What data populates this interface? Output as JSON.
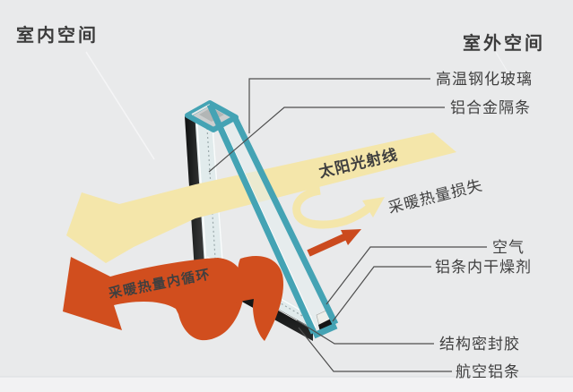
{
  "diagram": {
    "title_area": {
      "indoor_label": "室内空间",
      "outdoor_label": "室外空间"
    },
    "arrows": {
      "sunlight_label": "太阳光射线",
      "heat_loss_label": "采暖热量损失",
      "heat_circulation_label": "采暖热量内循环"
    },
    "callouts": {
      "tempered_glass": "高温钢化玻璃",
      "aluminum_spacer_bar": "铝合金隔条",
      "air": "空气",
      "desiccant_in_bar": "铝条内干燥剂",
      "structural_sealant": "结构密封胶",
      "aviation_aluminum_bar": "航空铝条"
    },
    "colors": {
      "background": "#e9eaeb",
      "floor": "#f2f2f3",
      "sunlight_yellow": "#f4e6aa",
      "heat_red": "#d14e1e",
      "frame_teal": "#44a3b4",
      "glass": "#e2ecee",
      "sealant_black": "#161616",
      "spacer_white": "#edeee9",
      "leader_line": "#4e4e4e",
      "label_text": "#3f3f3f"
    }
  }
}
